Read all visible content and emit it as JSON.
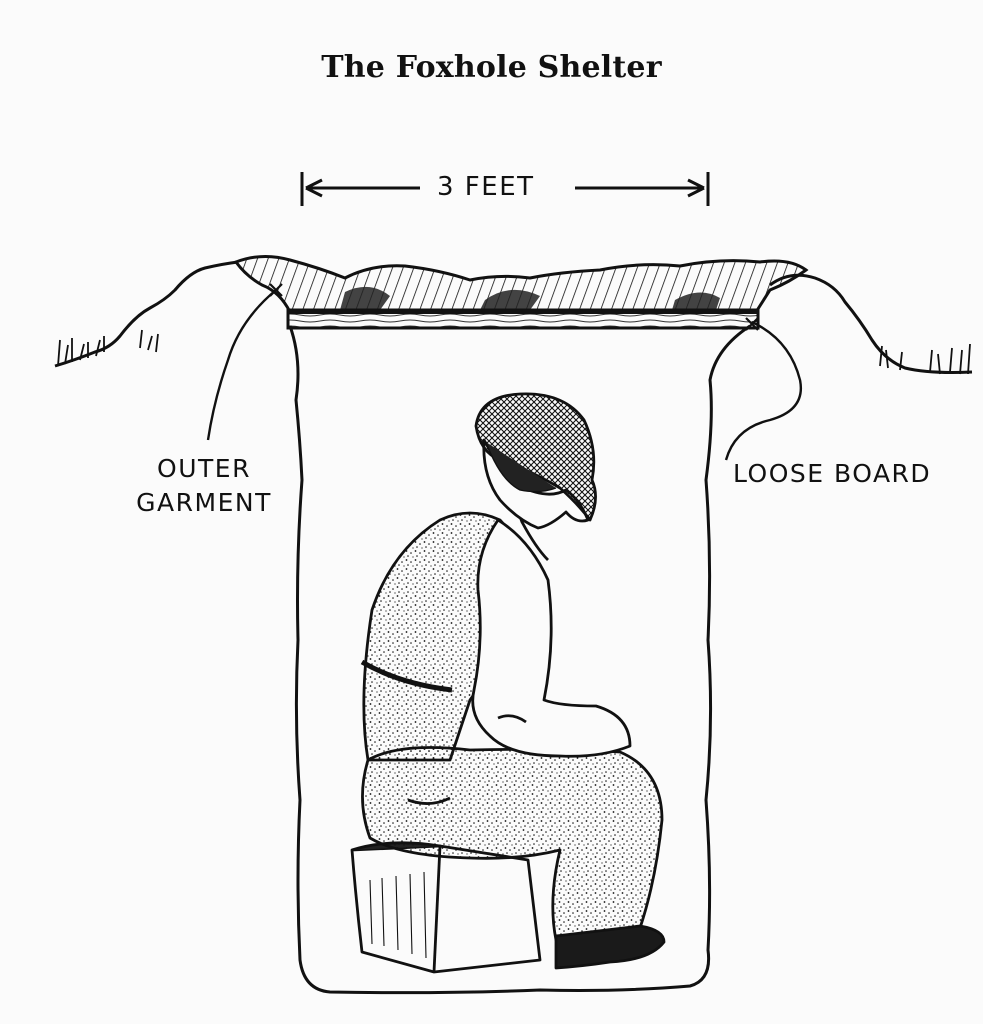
{
  "title": "The Foxhole Shelter",
  "labels": {
    "dimension": "3 FEET",
    "outer_garment_line1": "OUTER",
    "outer_garment_line2": "GARMENT",
    "loose_board": "LOOSE BOARD"
  },
  "colors": {
    "ink": "#111111",
    "paper": "#fbfbfb"
  }
}
